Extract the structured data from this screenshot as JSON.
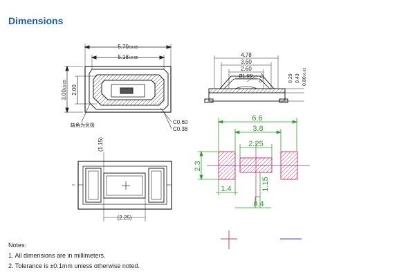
{
  "title": "Dimensions",
  "top_view": {
    "dims": {
      "overall_width": "5.70",
      "overall_width_tol": "±0.05",
      "inner_width": "5.18",
      "inner_width_tol": "±0.05",
      "overall_height": "3.00",
      "overall_height_tol": "±0.05",
      "inner_height": "2.00",
      "chamfer_outer": "C0.60",
      "chamfer_inner": "C0.38"
    },
    "polarity_label": "缺角为负极"
  },
  "side_view": {
    "dims": {
      "w1": "4.78",
      "w2": "3.60",
      "w3": "2.60",
      "w4": "Ø1.65*",
      "w5": "0.17",
      "h1": "0.29",
      "h2": "0.43",
      "h3": "0.80",
      "h3_tol": "±0.03"
    }
  },
  "bottom_view": {
    "dims": {
      "pad_height": "(1.15)",
      "pad_width": "(2.25)"
    }
  },
  "footprint": {
    "dims": {
      "total_width": "6.6",
      "center_span": "3.8",
      "center_pad": "2.25",
      "pad_height": "2.3",
      "side_pad_width": "1.4",
      "center_pad_height": "1.15",
      "gap": "0.4"
    },
    "colors": {
      "dimension": "#2ca02c",
      "pad": "#c04070",
      "center_line": "#7030a0"
    }
  },
  "notes": {
    "heading": "Notes:",
    "items": [
      "1. All dimensions are in millimeters.",
      "2. Tolerance is ±0.1mm unless otherwise noted."
    ]
  }
}
